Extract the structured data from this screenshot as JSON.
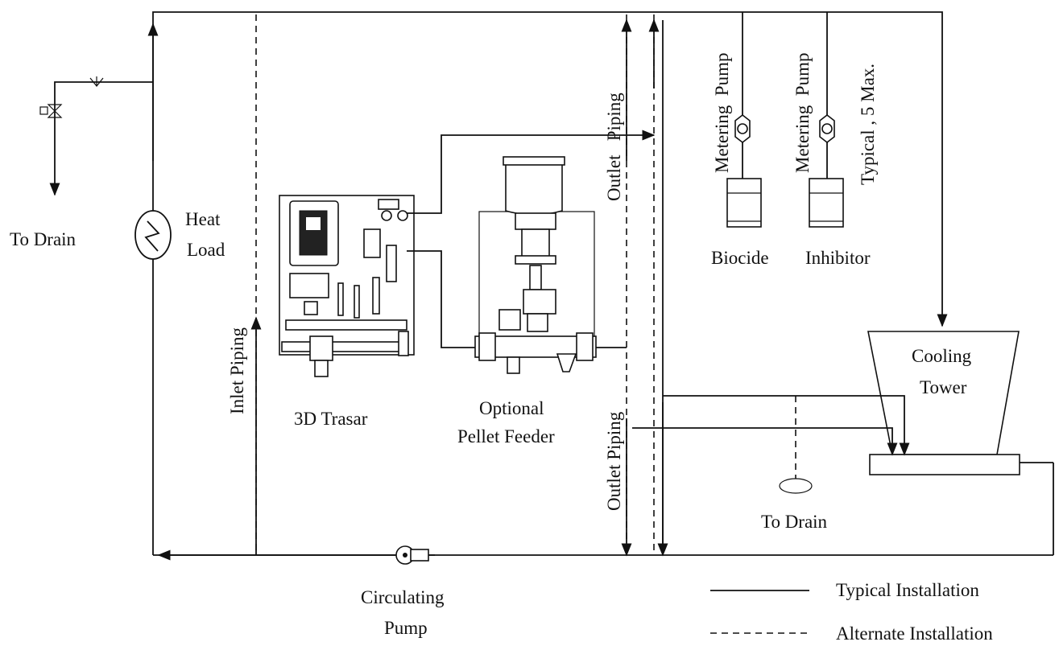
{
  "labels": {
    "to_drain_left": "To Drain",
    "heat_load_1": "Heat",
    "heat_load_2": "Load",
    "inlet_piping": "Inlet Piping",
    "trasar": "3D Trasar",
    "pellet_feeder_1": "Optional",
    "pellet_feeder_2": "Pellet Feeder",
    "outlet_piping_upper": "Outlet   Piping",
    "outlet_piping_lower": "Outlet Piping",
    "metering_pump_1": "Metering  Pump",
    "metering_pump_2": "Metering  Pump",
    "typical_max": "Typical , 5 Max.",
    "biocide": "Biocide",
    "inhibitor": "Inhibitor",
    "cooling_tower_1": "Cooling",
    "cooling_tower_2": "Tower",
    "to_drain_right": "To Drain",
    "circulating_pump_1": "Circulating",
    "circulating_pump_2": "Pump"
  },
  "legend": {
    "typical": "Typical Installation",
    "alternate": "Alternate Installation"
  }
}
